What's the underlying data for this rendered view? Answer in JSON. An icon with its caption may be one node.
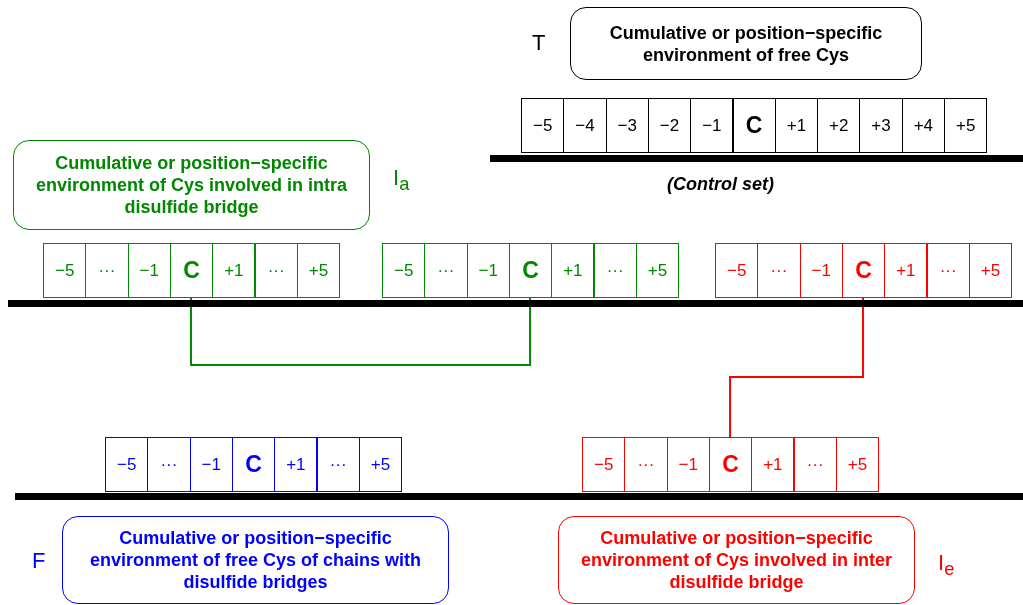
{
  "diagram": {
    "nodes": [
      {
        "text": [
          "Cumulative or position−specific environment of free Cys"
        ]
      },
      {
        "text": [
          "−5"
        ]
      },
      {
        "text": [
          "−4"
        ]
      },
      {
        "text": [
          "−3"
        ]
      },
      {
        "text": [
          "−2"
        ]
      },
      {
        "text": [
          "−1"
        ]
      },
      {
        "text": [
          "C"
        ]
      },
      {
        "text": [
          "+1"
        ]
      },
      {
        "text": [
          "+2"
        ]
      },
      {
        "text": [
          "+3"
        ]
      },
      {
        "text": [
          "+4"
        ]
      },
      {
        "text": [
          "+5"
        ]
      },
      {
        "text": [
          "Cumulative or position−specific environment of Cys involved in intra disulfide bridge"
        ]
      },
      {
        "text": [
          "−5"
        ]
      },
      {
        "text": [
          "···"
        ]
      },
      {
        "text": [
          "−1"
        ]
      },
      {
        "text": [
          "C"
        ]
      },
      {
        "text": [
          "+1"
        ]
      },
      {
        "text": [
          "···"
        ]
      },
      {
        "text": [
          "+5"
        ]
      },
      {
        "text": [
          "−5"
        ]
      },
      {
        "text": [
          "···"
        ]
      },
      {
        "text": [
          "−1"
        ]
      },
      {
        "text": [
          "C"
        ]
      },
      {
        "text": [
          "+1"
        ]
      },
      {
        "text": [
          "···"
        ]
      },
      {
        "text": [
          "+5"
        ]
      },
      {
        "text": [
          "−5"
        ]
      },
      {
        "text": [
          "···"
        ]
      },
      {
        "text": [
          "−1"
        ]
      },
      {
        "text": [
          "C"
        ]
      },
      {
        "text": [
          "+1"
        ]
      },
      {
        "text": [
          "···"
        ]
      },
      {
        "text": [
          "+5"
        ]
      },
      {
        "text": [
          "−5"
        ]
      },
      {
        "text": [
          "···"
        ]
      },
      {
        "text": [
          "−1"
        ]
      },
      {
        "text": [
          "C"
        ]
      },
      {
        "text": [
          "+1"
        ]
      },
      {
        "text": [
          "···"
        ]
      },
      {
        "text": [
          "+5"
        ]
      },
      {
        "text": [
          "−5"
        ]
      },
      {
        "text": [
          "···"
        ]
      },
      {
        "text": [
          "−1"
        ]
      },
      {
        "text": [
          "C"
        ]
      },
      {
        "text": [
          "+1"
        ]
      },
      {
        "text": [
          "···"
        ]
      },
      {
        "text": [
          "+5"
        ]
      },
      {
        "text": [
          "Cumulative or position−specific environment of free Cys of chains with disulfide bridges"
        ]
      },
      {
        "text": [
          "Cumulative or position−specific environment of Cys involved in inter disulfide bridge"
        ]
      }
    ],
    "edges": [
      {
        "from": 16,
        "to": 23,
        "arrow": "none",
        "color": "#008800"
      },
      {
        "from": 30,
        "to": 44,
        "arrow": "none",
        "color": "#ff0000"
      }
    ],
    "labels": [
      "T",
      "(Control set)",
      "I$_{a}$",
      "F",
      "I$_{e}$"
    ]
  }
}
